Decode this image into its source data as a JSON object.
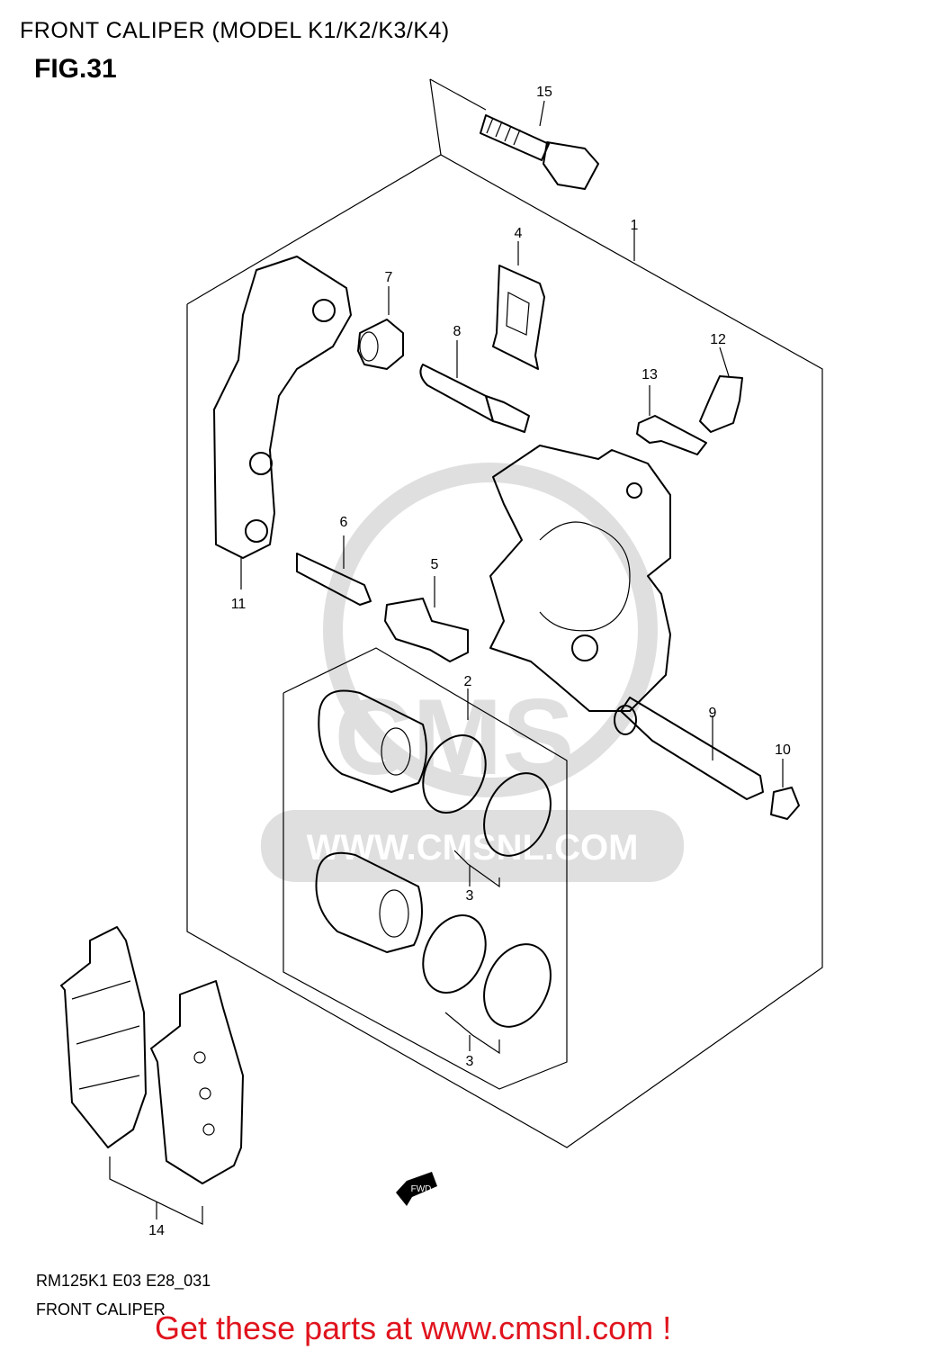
{
  "header": {
    "title": "FRONT CALIPER (MODEL K1/K2/K3/K4)",
    "figure": "FIG.31"
  },
  "callouts": [
    "1",
    "2",
    "3",
    "3",
    "4",
    "5",
    "6",
    "7",
    "8",
    "9",
    "10",
    "11",
    "12",
    "13",
    "14",
    "15"
  ],
  "watermark": {
    "text": "WWW.CMSNL.COM",
    "logo": "CMS"
  },
  "fwd_arrow": {
    "text": "FWD"
  },
  "footer": {
    "code": "RM125K1 E03 E28_031",
    "caption": "FRONT CALIPER",
    "promo": "Get these parts at www.cmsnl.com !"
  },
  "colors": {
    "promo": "#e0141e",
    "line": "#000000",
    "watermark": "#d9d9d9"
  }
}
